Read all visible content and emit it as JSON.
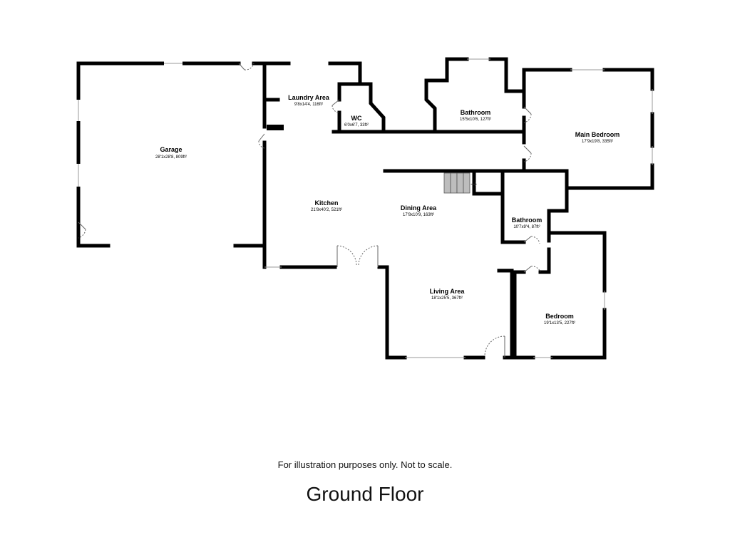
{
  "rooms": {
    "garage": {
      "name": "Garage",
      "size": "28'1x28'8, 809ft²"
    },
    "laundry": {
      "name": "Laundry Area",
      "size": "9'8x14'4, 116ft²"
    },
    "wc": {
      "name": "WC",
      "size": "6'0x6'7, 33ft²"
    },
    "bathroom1": {
      "name": "Bathroom",
      "size": "15'5x10'6, 127ft²"
    },
    "main_bedroom": {
      "name": "Main Bedroom",
      "size": "17'9x19'8, 335ft²"
    },
    "kitchen": {
      "name": "Kitchen",
      "size": "21'8x40'2, 521ft²"
    },
    "dining": {
      "name": "Dining Area",
      "size": "17'8x10'9, 163ft²"
    },
    "bathroom2": {
      "name": "Bathroom",
      "size": "10'7x9'4, 87ft²"
    },
    "living": {
      "name": "Living Area",
      "size": "18'1x25'5, 367ft²"
    },
    "bedroom": {
      "name": "Bedroom",
      "size": "19'1x13'5, 227ft²"
    }
  },
  "disclaimer": "For illustration purposes only. Not to scale.",
  "floor_title": "Ground Floor",
  "colors": {
    "wall": "#000000",
    "stairs": "#bdbdbd"
  }
}
